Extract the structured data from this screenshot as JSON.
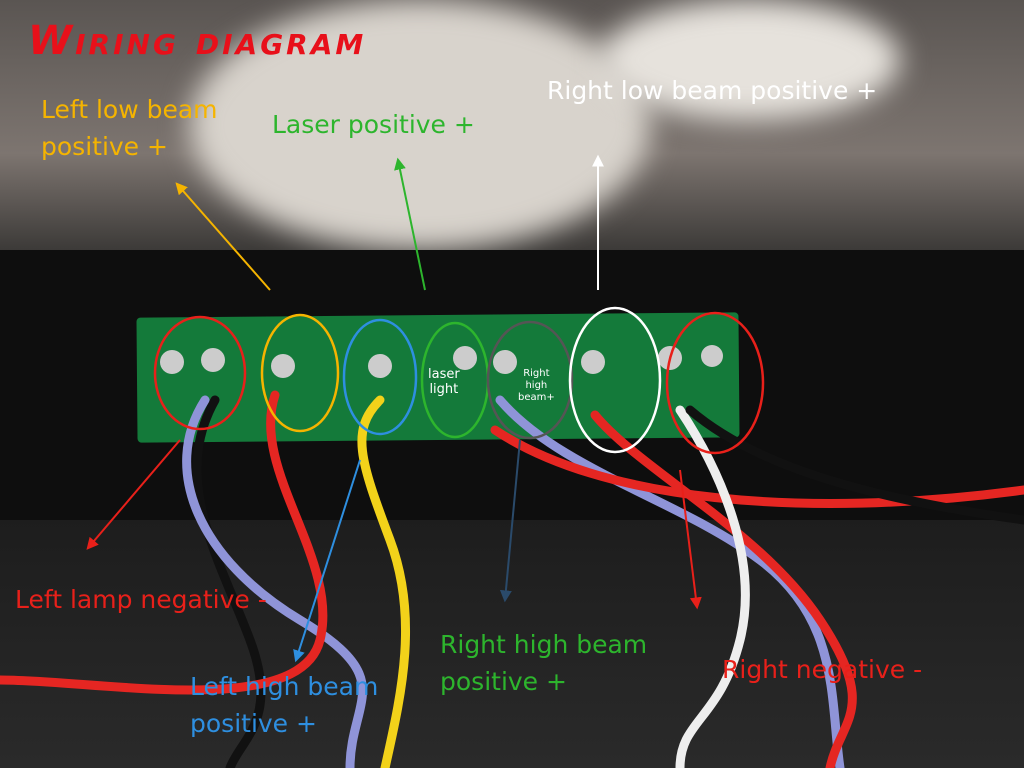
{
  "title": "Wiring diagram",
  "labels": {
    "left_low_beam": "Left low beam\npositive +",
    "laser": "Laser positive +",
    "right_low_beam": "Right low beam positive +",
    "left_lamp_negative": "Left lamp negative -",
    "left_high_beam": "Left high beam\npositive +",
    "right_high_beam": "Right high beam\npositive +",
    "right_negative": "Right negative -"
  },
  "board_labels": {
    "laser_light": "laser\nlight",
    "right_high_beam": "Right\nhigh\nbeam+"
  },
  "colors": {
    "title": "#e8101a",
    "left_low_beam": "#f5b400",
    "laser": "#2db52d",
    "right_low_beam": "#ffffff",
    "negative": "#e8201a",
    "left_high_beam": "#2e8fe0",
    "right_high_beam": "#2db52d",
    "board": "#147a3a"
  }
}
